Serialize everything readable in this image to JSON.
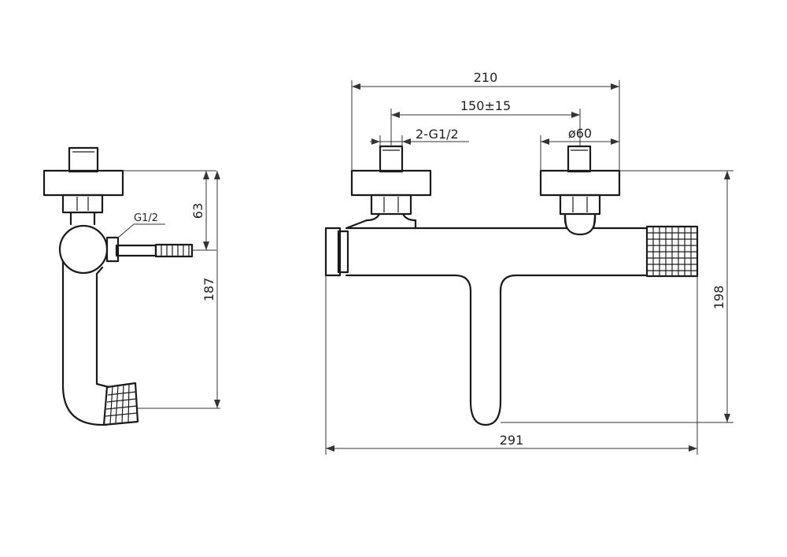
{
  "side_view": {
    "dim_height_63": "63",
    "dim_height_187": "187",
    "thread_label": "G1/2"
  },
  "front_view": {
    "dim_width_210": "210",
    "dim_spacing": "150±15",
    "dim_thread": "2-G1/2",
    "dim_diameter": "ø60",
    "dim_height_198": "198",
    "dim_length_291": "291"
  }
}
